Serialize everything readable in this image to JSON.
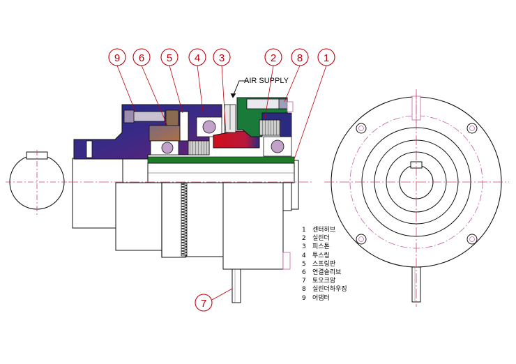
{
  "air_supply_label": "AIR SUPPLY",
  "callouts": [
    "9",
    "6",
    "5",
    "4",
    "3",
    "2",
    "8",
    "1",
    "7"
  ],
  "parts_list": [
    {
      "no": "1",
      "name": "센터허브"
    },
    {
      "no": "2",
      "name": "실린더"
    },
    {
      "no": "3",
      "name": "피스톤"
    },
    {
      "no": "4",
      "name": "투스링"
    },
    {
      "no": "5",
      "name": "스프링판"
    },
    {
      "no": "6",
      "name": "연결슬리브"
    },
    {
      "no": "7",
      "name": "토오크암"
    },
    {
      "no": "8",
      "name": "실린더하우징"
    },
    {
      "no": "9",
      "name": "어댑터"
    }
  ],
  "colors": {
    "callout": "#c0000a",
    "housing_blue": "#2a2f8a",
    "housing_purple": "#5a1f7a",
    "piston_red": "#c0101a",
    "hub_green": "#1f7a2a",
    "centerline": "#d04060",
    "bearing_pink": "#c2a2c8",
    "spring_grey": "#9a9a9a"
  }
}
